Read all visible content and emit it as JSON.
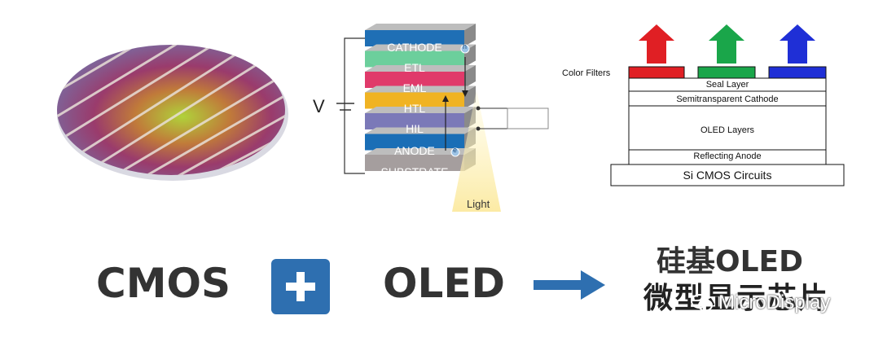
{
  "stack": {
    "voltage_label": "V",
    "light_label": "Light",
    "layers": [
      {
        "name": "CATHODE",
        "color": "#1f6fb5"
      },
      {
        "name": "ETL",
        "color": "#6ccf9c"
      },
      {
        "name": "EML",
        "color": "#e03a6a"
      },
      {
        "name": "HTL",
        "color": "#f0b323"
      },
      {
        "name": "HIL",
        "color": "#7b79b8"
      },
      {
        "name": "ANODE",
        "color": "#1a6eb6"
      },
      {
        "name": "SUBSTRATE",
        "color": "#a59e9e"
      }
    ],
    "electron_symbol": "e",
    "hole_symbol": "h"
  },
  "filters": {
    "color_filters_label": "Color Filters",
    "arrow_colors": [
      "#e01f24",
      "#1aa64a",
      "#1f2fd6"
    ],
    "layers": [
      "Seal Layer",
      "Semitransparent Cathode",
      "OLED Layers",
      "Reflecting Anode",
      "Si CMOS Circuits"
    ]
  },
  "equation": {
    "left": "CMOS",
    "operator": "+",
    "right": "OLED",
    "result_line1": "硅基OLED",
    "result_line2": "微型显示芯片",
    "accent_color": "#2e6fb0"
  },
  "watermark": "MicroDisplay"
}
